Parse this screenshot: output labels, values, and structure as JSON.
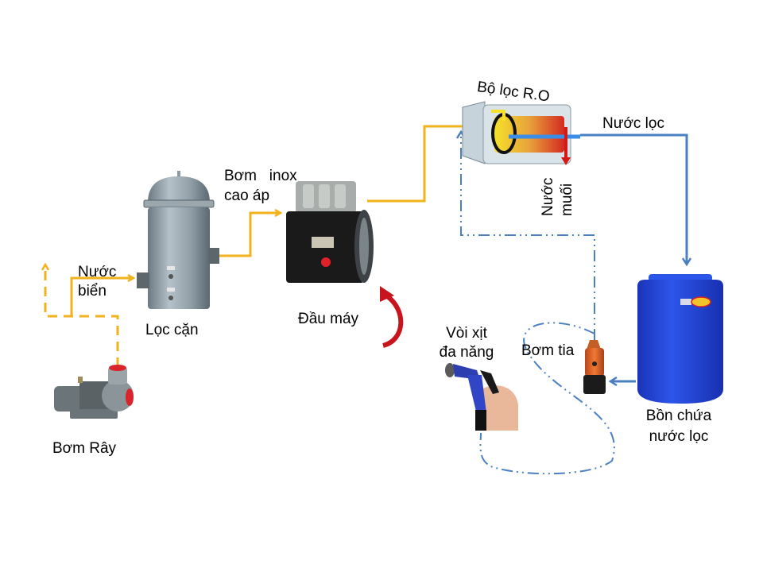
{
  "diagram": {
    "title": "Sea water R.O filtration system",
    "colors": {
      "seawater_line": "#f2b21c",
      "filtered_line": "#4a7fc1",
      "background": "#ffffff",
      "pump_red": "#c8141c",
      "tank_blue": "#1f3fd6",
      "steel": "#8c9aa3"
    },
    "labels": {
      "sea_water": [
        "Nước",
        "biển"
      ],
      "sieve_pump": "Bơm Rây",
      "sediment_filter": "Lọc cặn",
      "high_pressure_pump": [
        "Bơm   inox",
        "cao áp"
      ],
      "motor_head": "Đầu máy",
      "ro_filter": "Bộ lọc R.O",
      "filtered_water": "Nước lọc",
      "brine": [
        "Nước",
        "muối"
      ],
      "storage_tank": [
        "Bồn chứa",
        "nước lọc"
      ],
      "jet_pump": "Bơm tia",
      "spray_nozzle": [
        "Vòi xịt",
        "đa năng"
      ]
    },
    "components": [
      {
        "id": "sieve-pump",
        "icon": "centrifugal-pump"
      },
      {
        "id": "sediment-filter",
        "icon": "steel-filter-housing"
      },
      {
        "id": "high-pressure-pump",
        "icon": "piston-pump"
      },
      {
        "id": "ro-filter",
        "icon": "ro-membrane-cutaway"
      },
      {
        "id": "storage-tank",
        "icon": "blue-water-tank"
      },
      {
        "id": "jet-pump",
        "icon": "submersible-pump"
      },
      {
        "id": "spray-nozzle",
        "icon": "spray-gun-in-hand"
      }
    ],
    "flows": [
      {
        "from": "sieve-pump",
        "to": "sea-water-outlet",
        "style": "dashed",
        "color": "seawater"
      },
      {
        "from": "sea-water-inlet",
        "to": "sediment-filter",
        "style": "solid",
        "color": "seawater"
      },
      {
        "from": "sediment-filter",
        "to": "high-pressure-pump",
        "style": "solid",
        "color": "seawater"
      },
      {
        "from": "high-pressure-pump",
        "to": "ro-filter",
        "style": "solid",
        "color": "seawater"
      },
      {
        "from": "ro-filter",
        "to": "storage-tank",
        "style": "solid",
        "color": "filtered"
      },
      {
        "from": "storage-tank",
        "to": "jet-pump",
        "style": "solid",
        "color": "filtered"
      },
      {
        "from": "jet-pump",
        "to": "ro-filter",
        "style": "dash-dot",
        "color": "filtered"
      },
      {
        "from": "jet-pump",
        "to": "spray-nozzle",
        "style": "dash-dot",
        "color": "filtered"
      }
    ]
  }
}
